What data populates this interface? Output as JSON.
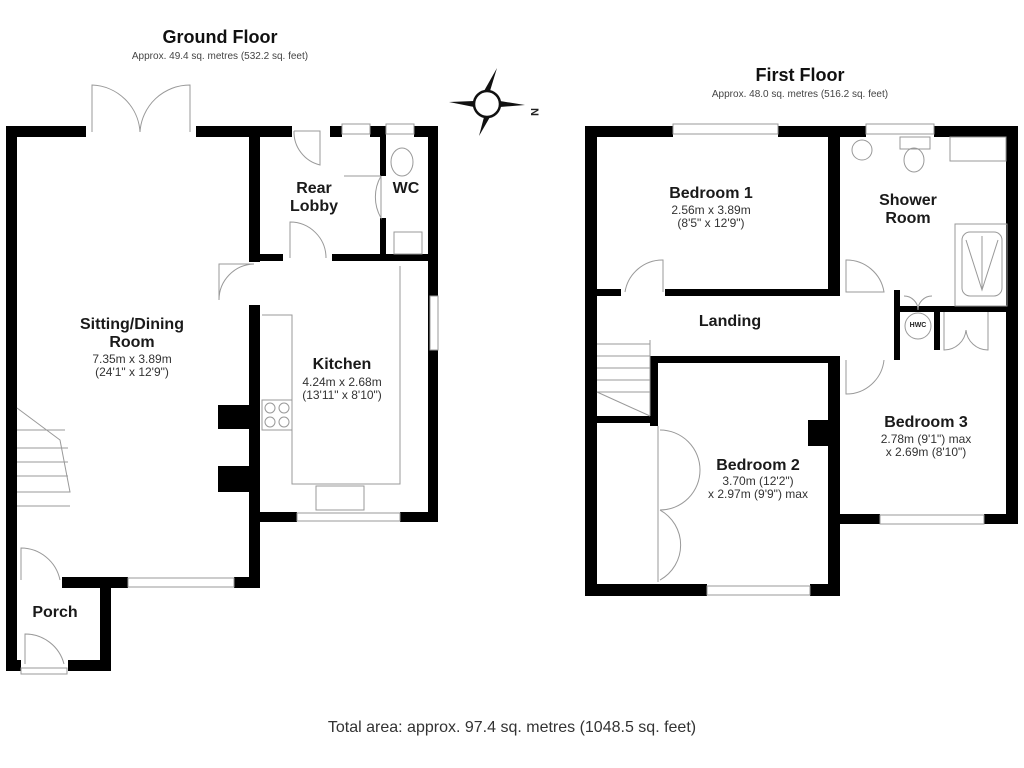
{
  "ground_floor": {
    "title": "Ground Floor",
    "area": "Approx. 49.4 sq. metres (532.2 sq. feet)",
    "rooms": {
      "sitting_dining": {
        "name_line1": "Sitting/Dining",
        "name_line2": "Room",
        "dim_metric": "7.35m x 3.89m",
        "dim_imperial": "(24'1\" x 12'9\")"
      },
      "kitchen": {
        "name": "Kitchen",
        "dim_metric": "4.24m x 2.68m",
        "dim_imperial": "(13'11\" x 8'10\")"
      },
      "rear_lobby": {
        "name_line1": "Rear",
        "name_line2": "Lobby"
      },
      "wc": {
        "name": "WC"
      },
      "porch": {
        "name": "Porch"
      }
    }
  },
  "first_floor": {
    "title": "First Floor",
    "area": "Approx. 48.0 sq. metres (516.2 sq. feet)",
    "rooms": {
      "bedroom1": {
        "name": "Bedroom 1",
        "dim_metric": "2.56m x 3.89m",
        "dim_imperial": "(8'5\" x 12'9\")"
      },
      "shower_room": {
        "name_line1": "Shower",
        "name_line2": "Room"
      },
      "landing": {
        "name": "Landing"
      },
      "hwc": {
        "name": "HWC"
      },
      "bedroom2": {
        "name": "Bedroom 2",
        "dim_line1": "3.70m (12'2\")",
        "dim_line2": "x 2.97m (9'9\") max"
      },
      "bedroom3": {
        "name": "Bedroom 3",
        "dim_line1": "2.78m (9'1\") max",
        "dim_line2": "x 2.69m (8'10\")"
      }
    }
  },
  "compass": {
    "icon": "compass-icon",
    "label": "N"
  },
  "total_area": "Total area: approx. 97.4 sq. metres (1048.5 sq. feet)"
}
